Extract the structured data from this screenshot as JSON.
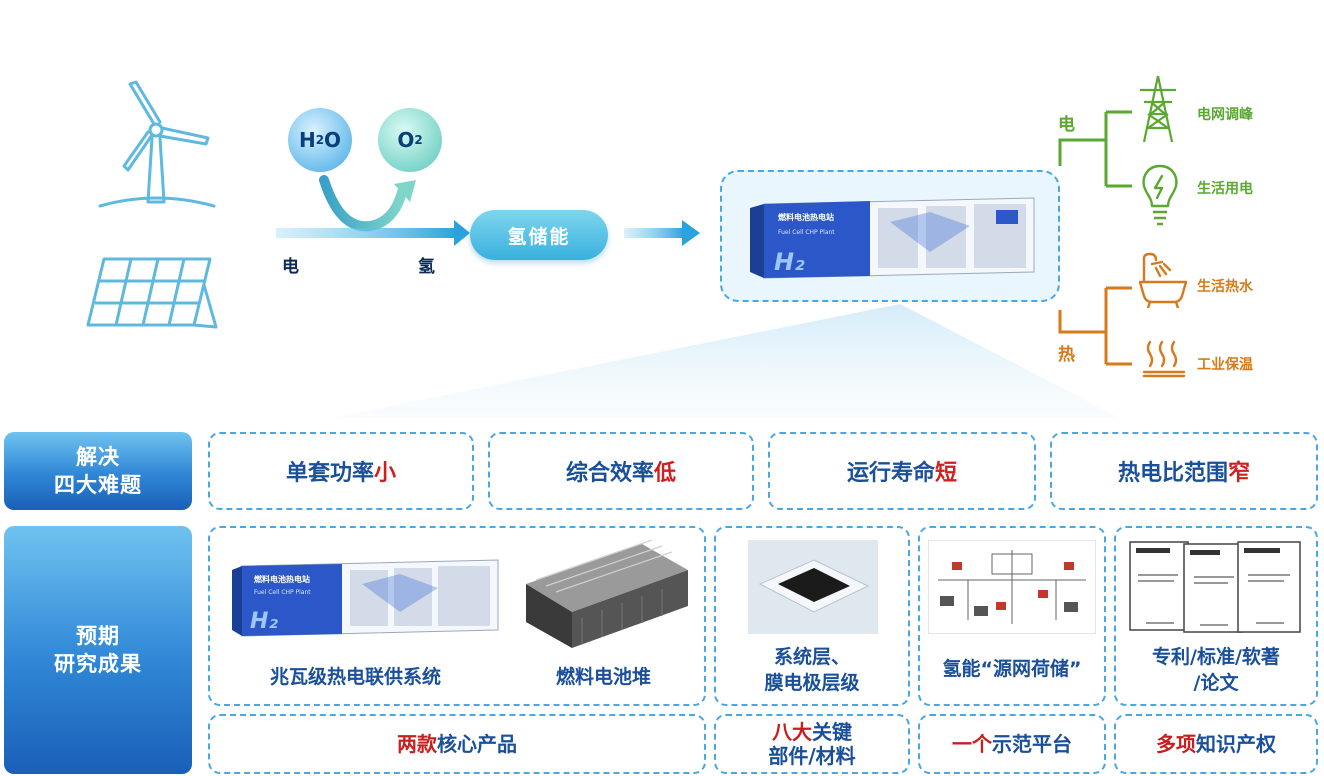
{
  "sources": {
    "wind_icon": "wind-turbine-icon",
    "solar_icon": "solar-panel-icon"
  },
  "flow": {
    "h2o_main": "H",
    "h2o_sub": "2",
    "h2o_tail": "O",
    "o2_main": "O",
    "o2_sub": "2",
    "electricity_in": "电",
    "hydrogen_out": "氢",
    "storage": "氢储能"
  },
  "plant": {
    "title": "燃料电池热电站",
    "subtitle": "Fuel Cell CHP Plant",
    "mark": "H₂"
  },
  "outputs": {
    "electricity_branch": "电",
    "heat_branch": "热",
    "grid": "电网调峰",
    "domestic_power": "生活用电",
    "hot_water": "生活热水",
    "industrial_heat": "工业保温",
    "electric_color": "#5aa832",
    "heat_color": "#d67a1b"
  },
  "side_labels": {
    "solve_line1": "解决",
    "solve_line2": "四大难题",
    "results_line1": "预期",
    "results_line2": "研究成果"
  },
  "problems": [
    {
      "text": "单套功率",
      "emph": "小"
    },
    {
      "text": "综合效率",
      "emph": "低"
    },
    {
      "text": "运行寿命",
      "emph": "短"
    },
    {
      "text": "热电比范围",
      "emph": "窄"
    }
  ],
  "results": {
    "chp_system": "兆瓦级热电联供系统",
    "stack": "燃料电池堆",
    "mea_line1": "系统层、",
    "mea_line2": "膜电极层级",
    "platform": "氢能“源网荷储”",
    "ip_line1": "专利/标准/软著",
    "ip_line2": "/论文"
  },
  "summaries": {
    "products_emph": "两款",
    "products_text": "核心产品",
    "parts_emph": "八大",
    "parts_text1": "关键",
    "parts_text2": "部件/材料",
    "demo_emph": "一个",
    "demo_text": "示范平台",
    "ip_emph": "多项",
    "ip_text": "知识产权"
  },
  "colors": {
    "accent_blue": "#4aa7e0",
    "title_blue": "#1a4f9a",
    "emphasis_red": "#d01f1f"
  }
}
